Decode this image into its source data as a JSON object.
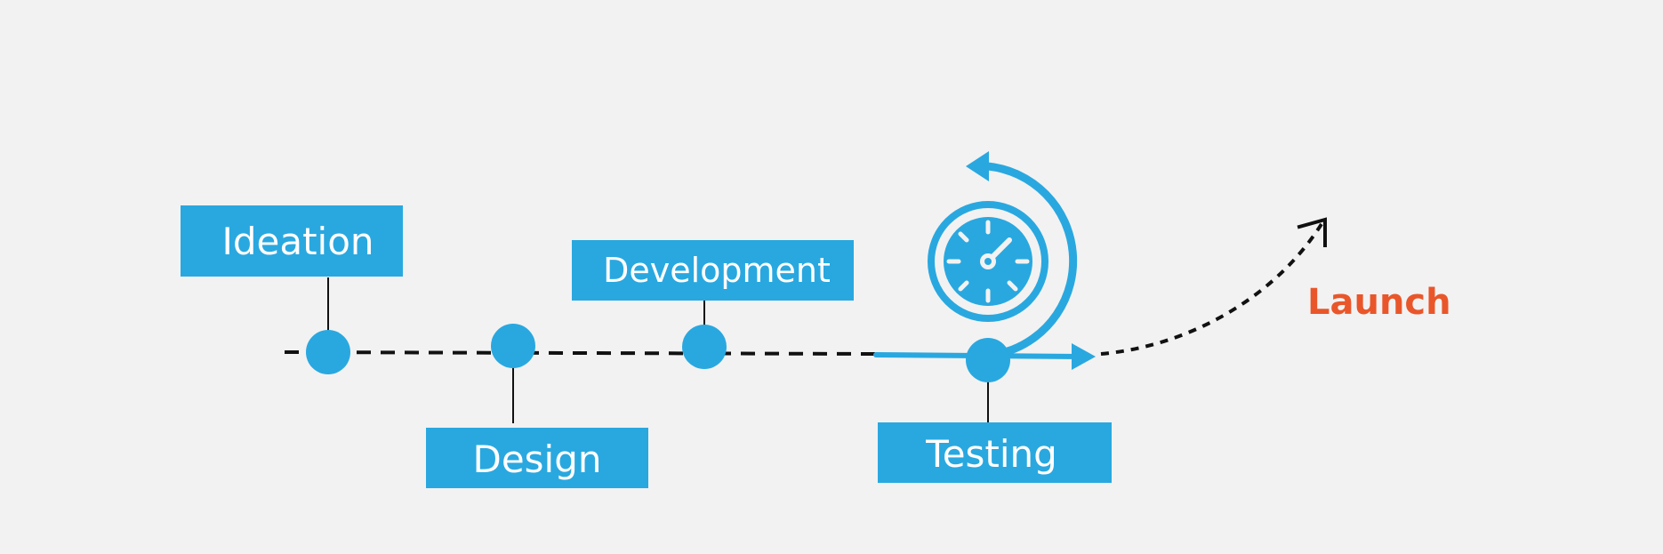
{
  "colors": {
    "background": "#f2f2f2",
    "accent": "#29a8e0",
    "label_text": "#ffffff",
    "launch": "#e9562a",
    "timeline": "#111111"
  },
  "stages": [
    {
      "label": "Ideation"
    },
    {
      "label": "Design"
    },
    {
      "label": "Development"
    },
    {
      "label": "Testing"
    }
  ],
  "launch": {
    "label": "Launch"
  },
  "icons": {
    "testing": "stopwatch-cycle-icon",
    "launch": "arrow-up-right-icon"
  }
}
